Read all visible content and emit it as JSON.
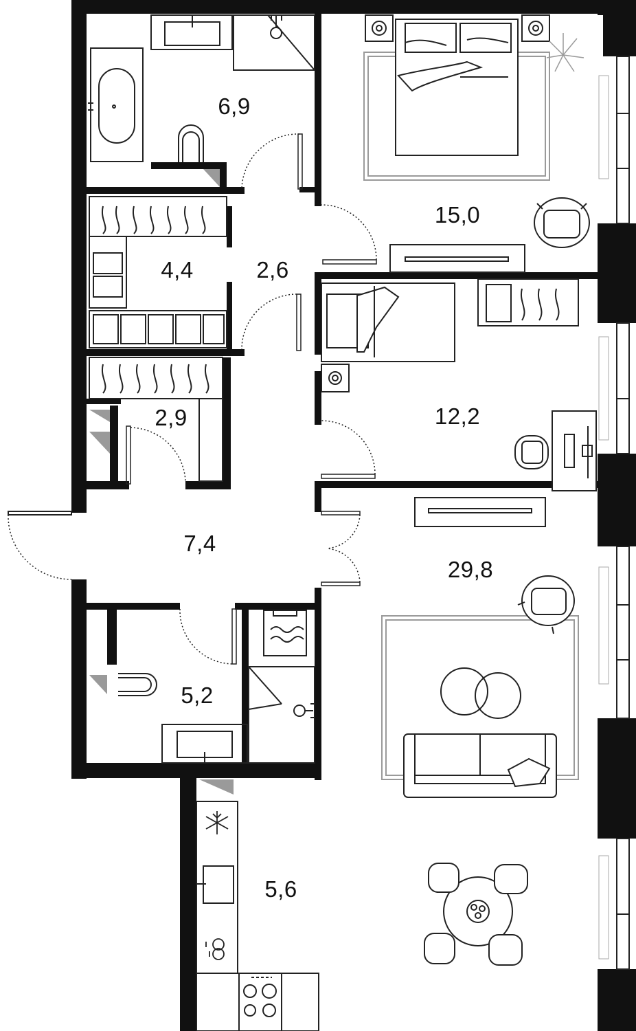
{
  "colors": {
    "wall": "#111111",
    "line": "#222222",
    "gray": "#9a9a9a",
    "background": "#ffffff"
  },
  "rooms": [
    {
      "id": "bathroom-1",
      "area": "6,9"
    },
    {
      "id": "bedroom-1",
      "area": "15,0"
    },
    {
      "id": "wardrobe-1",
      "area": "4,4"
    },
    {
      "id": "corridor",
      "area": "2,6"
    },
    {
      "id": "wardrobe-2",
      "area": "2,9"
    },
    {
      "id": "bedroom-2",
      "area": "12,2"
    },
    {
      "id": "hallway",
      "area": "7,4"
    },
    {
      "id": "living-room",
      "area": "29,8"
    },
    {
      "id": "bathroom-2",
      "area": "5,2"
    },
    {
      "id": "kitchen",
      "area": "5,6"
    }
  ],
  "icons": [
    "bathtub-icon",
    "sink-icon",
    "shower-icon",
    "toilet-icon",
    "bed-icon",
    "armchair-icon",
    "wardrobe-icon",
    "desk-icon",
    "tv-stand-icon",
    "sofa-icon",
    "coffee-table-icon",
    "dining-table-icon",
    "fridge-icon",
    "stove-icon",
    "dishwasher-icon",
    "washing-machine-icon",
    "plant-icon"
  ]
}
